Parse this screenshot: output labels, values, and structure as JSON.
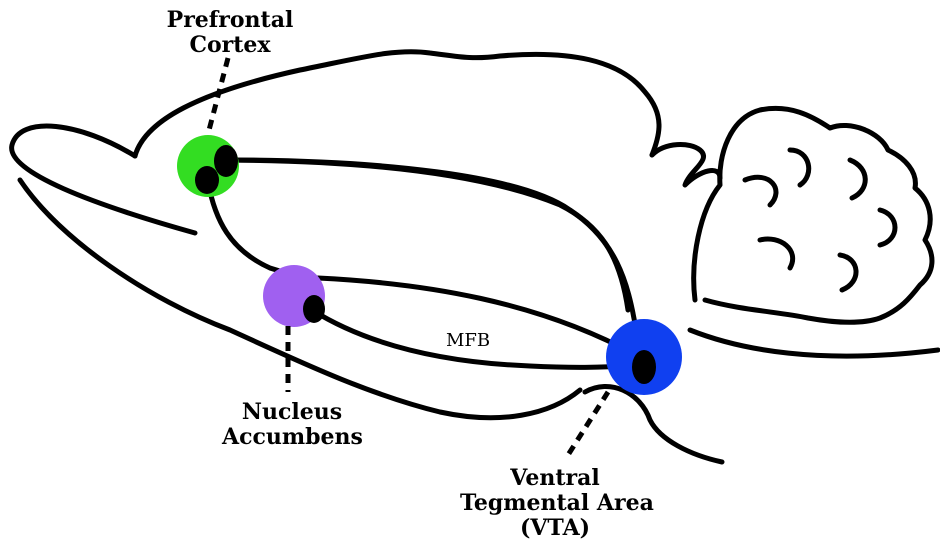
{
  "labels": {
    "prefrontal": [
      "Prefrontal",
      "Cortex"
    ],
    "nucleus": [
      "Nucleus",
      "Accumbens"
    ],
    "vta": [
      "Ventral",
      "Tegmental Area",
      "(VTA)"
    ],
    "mfb": "MFB"
  },
  "colors": {
    "prefrontal_cortex": "#33dd22",
    "nucleus_accumbens": "#a060f0",
    "vta": "#1040f0",
    "outline": "#000000"
  }
}
